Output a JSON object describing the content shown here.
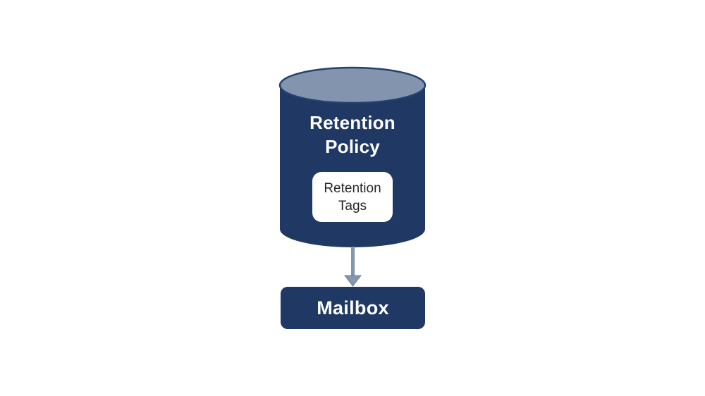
{
  "diagram": {
    "background": "#FFFFFF",
    "nodes": {
      "retention_policy": {
        "label": "Retention Policy",
        "type": "cylinder"
      },
      "retention_tags": {
        "label": "Retention Tags",
        "type": "rounded-box"
      },
      "mailbox": {
        "label": "Mailbox",
        "type": "rounded-box"
      }
    },
    "edges": [
      {
        "from": "retention_policy",
        "to": "mailbox",
        "style": "down-arrow"
      }
    ]
  },
  "colors": {
    "cylinder_body": "#1F3864",
    "cylinder_top": "#8394AF",
    "cylinder_top_stroke": "#25416D",
    "arrow": "#8496B0",
    "arrow_edge": "#6E81A3",
    "tag_box_bg": "#FFFFFF",
    "tag_text": "#262626",
    "node_label_text": "#FFFFFF"
  }
}
